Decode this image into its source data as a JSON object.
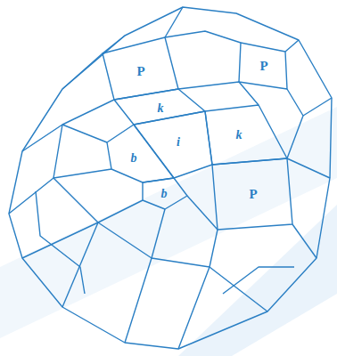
{
  "diagram": {
    "labels": [
      "P",
      "P",
      "k",
      "i",
      "b",
      "k",
      "b",
      "P"
    ]
  }
}
